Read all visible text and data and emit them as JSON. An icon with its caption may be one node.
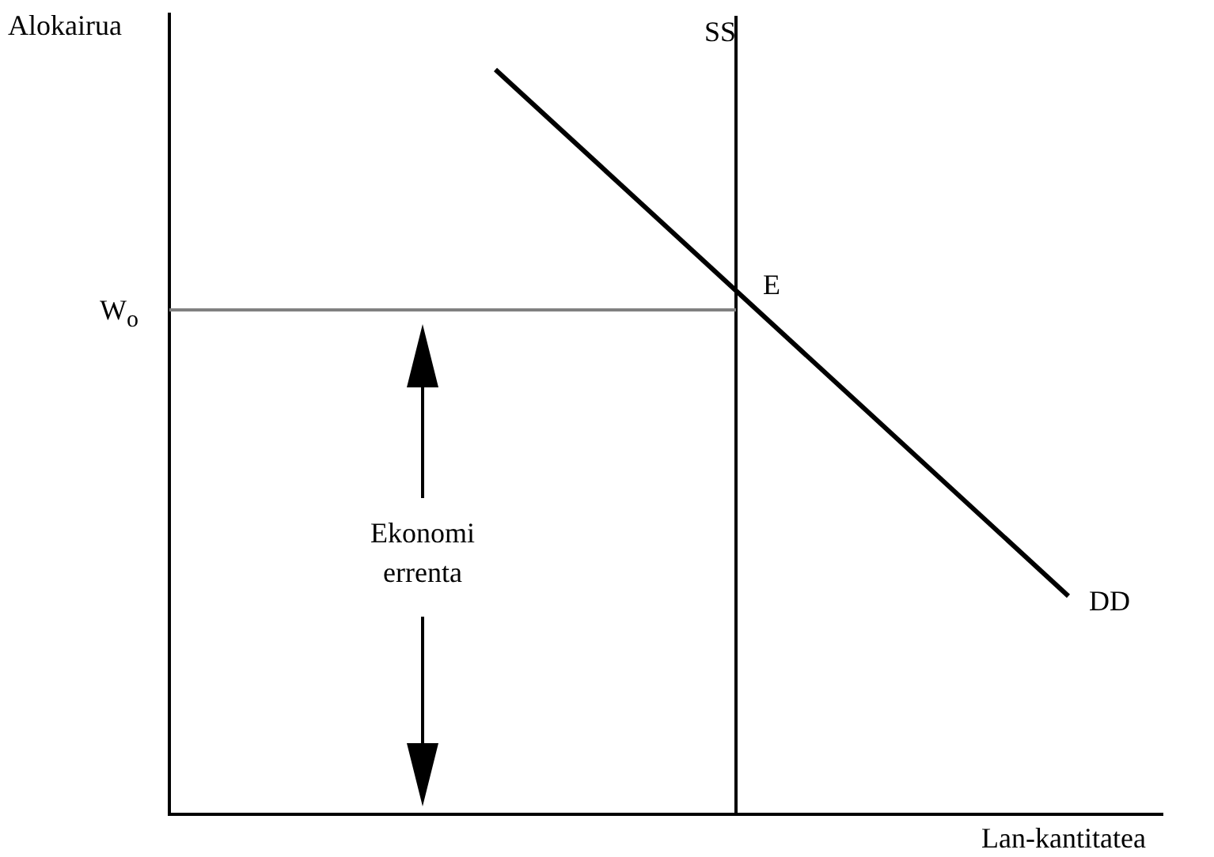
{
  "diagram": {
    "labels": [
      "Alokairua",
      "SS",
      "W$_{o}$",
      "E",
      "Ekonomi errenta",
      "DD",
      "Lan-kantitatea"
    ]
  }
}
